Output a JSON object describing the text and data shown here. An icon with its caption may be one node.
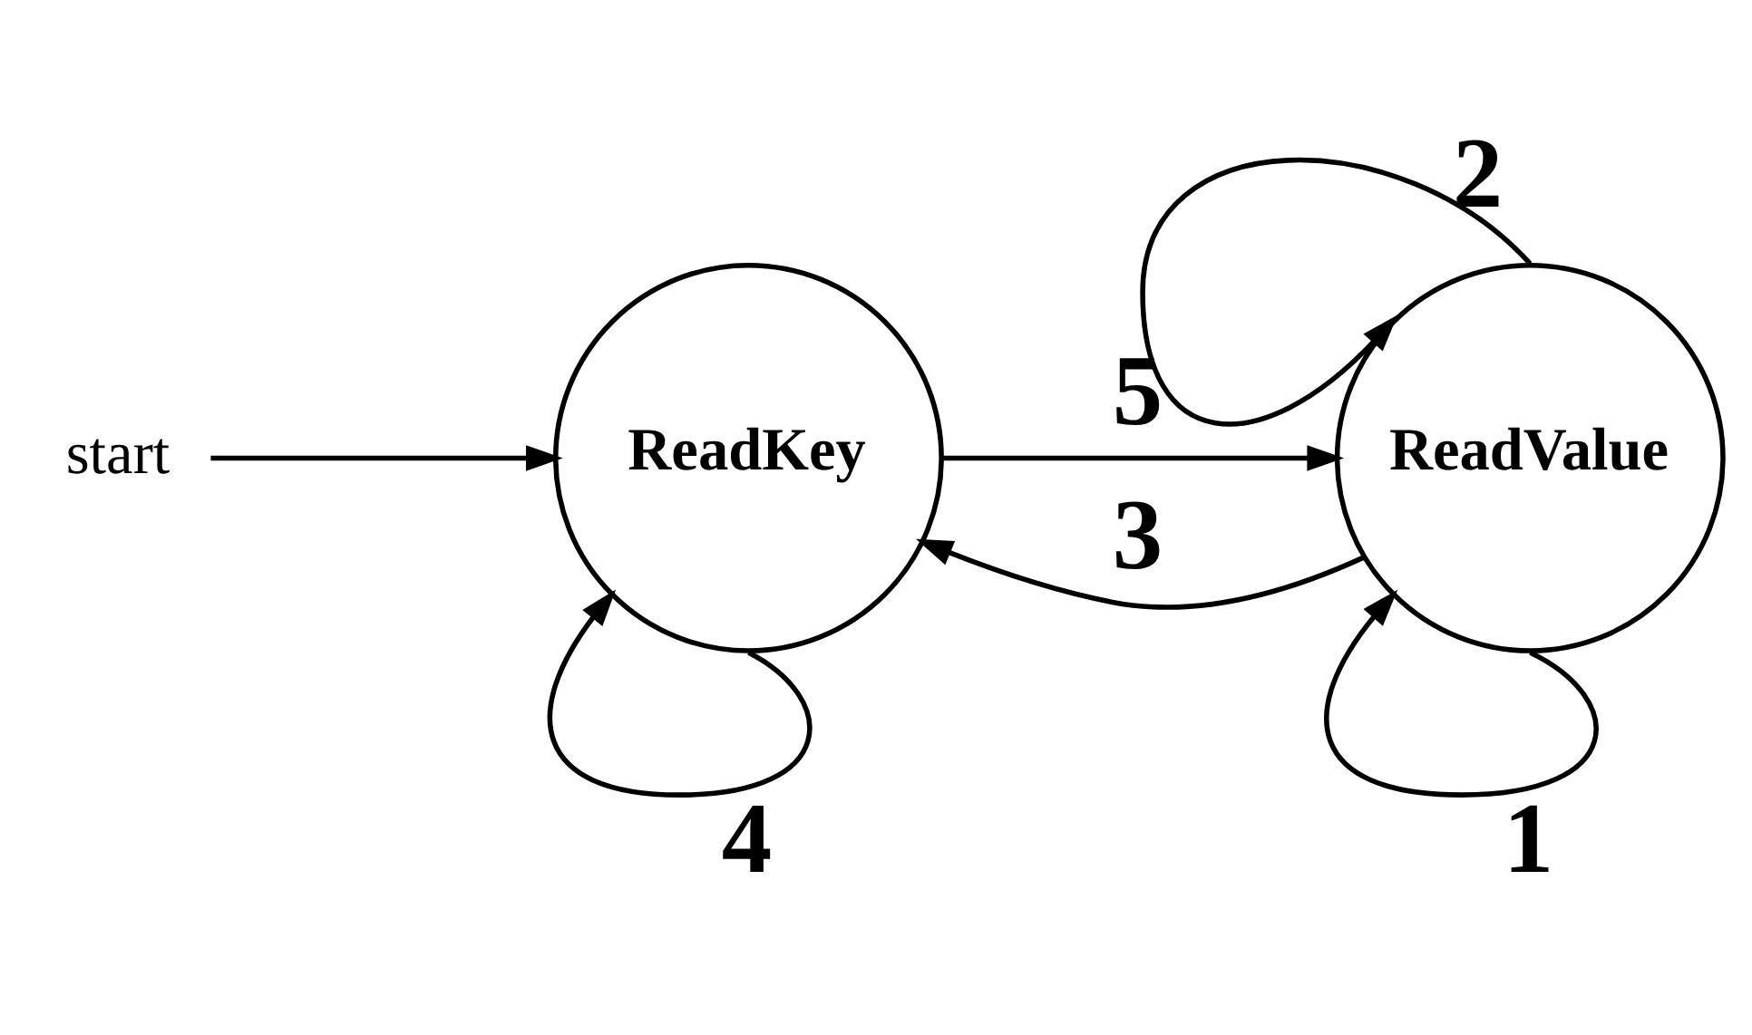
{
  "diagram": {
    "nodes": [
      {
        "text": [
          "start"
        ]
      },
      {
        "text": [
          "ReadKey"
        ]
      },
      {
        "text": [
          "ReadValue"
        ]
      }
    ],
    "edges": [
      {
        "from": 0,
        "to": 1,
        "arrow": "to"
      },
      {
        "from": 1,
        "to": 2,
        "label": "5",
        "arrow": "to"
      },
      {
        "from": 2,
        "to": 2,
        "label": "2",
        "arrow": "to"
      },
      {
        "from": 2,
        "to": 1,
        "label": "3",
        "arrow": "to"
      },
      {
        "from": 1,
        "to": 1,
        "label": "4",
        "arrow": "to"
      },
      {
        "from": 2,
        "to": 2,
        "label": "1",
        "arrow": "to"
      }
    ]
  }
}
